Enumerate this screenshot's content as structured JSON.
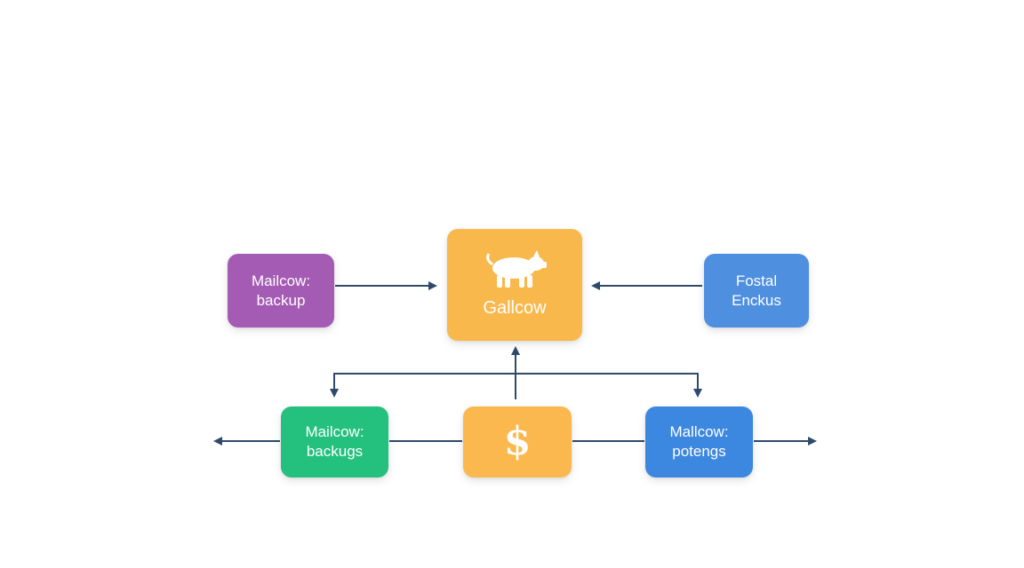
{
  "diagram": {
    "nodes": {
      "left_top": {
        "line1": "Mailcow:",
        "line2": "backup",
        "color": "#a45bb4"
      },
      "center": {
        "label": "Gallcow",
        "icon": "pig-icon",
        "color": "#f9b84b"
      },
      "right_top": {
        "line1": "Fostal",
        "line2": "Enckus",
        "color": "#4e8fe0"
      },
      "left_bottom": {
        "line1": "Mailcow:",
        "line2": "backugs",
        "color": "#23c07e"
      },
      "money": {
        "symbol": "$",
        "icon": "dollar-icon",
        "color": "#fbb84e"
      },
      "right_bottom": {
        "line1": "Mallcow:",
        "line2": "potengs",
        "color": "#3c87e0"
      }
    },
    "connector_color": "#2e4a6b"
  }
}
